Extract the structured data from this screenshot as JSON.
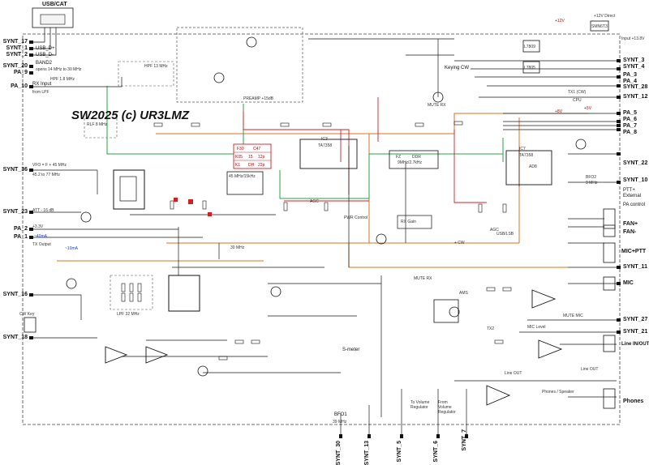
{
  "title": "SW2025 (c) UR3LMZ",
  "usb_block": {
    "label": "USB/CAT"
  },
  "left_pins": {
    "synt_17": "SYNT_17",
    "synt_1": "SYNT_1",
    "synt_2": "SYNT_2",
    "synt_20": "SYNT_20",
    "pa_9": "PA_9",
    "pa_10": "PA_10",
    "synt_36": "SYNT_36",
    "synt_23": "SYNT_23",
    "pa_2": "PA_2",
    "pa_1": "PA_1",
    "synt_16": "SYNT_16",
    "synt_18": "SYNT_18"
  },
  "left_notes": {
    "usb_dp": "USB_D+",
    "usb_dm": "USB_D-",
    "band2": "BAND2",
    "hpf_note": "opens 14 MHz to 30 MHz",
    "hpf_18": "HPF 1.8 MHz",
    "rx_input": "RX Input",
    "from_lpf": "from LPF",
    "vfo": "VFO = F + 45 MHz",
    "vfo_range": "45.2 to 77 MHz",
    "att": "ATT - 16 dB",
    "tx_output": "TX Output",
    "cw_key": "CW Key",
    "v33": "+3.3V",
    "i40": "~40mA",
    "i10": "~10mA"
  },
  "top_notes": {
    "hpf13": "HPF 13 MHz",
    "preamp": "PREAMP +15dB",
    "keying_cw": "Keying CW",
    "mute_rx_top": "MUTE RX",
    "tx1_cw": "TX1 (CW)",
    "cpu": "CPU",
    "input": "Input +13.8V",
    "v12_direct": "+12V Direct",
    "v12": "+12V",
    "v5": "+5V",
    "v8": "+8V",
    "ic_l7809": "L7809",
    "ic_l7805": "L7805",
    "sm": "SMN6T3"
  },
  "right_pins": {
    "synt_3": "SYNT_3",
    "synt_4": "SYNT_4",
    "pa_3": "PA_3",
    "pa_4": "PA_4",
    "synt_28": "SYNT_28",
    "synt_12": "SYNT_12",
    "pa_5": "PA_5",
    "pa_6": "PA_6",
    "pa_7": "PA_7",
    "pa_8": "PA_8",
    "synt_22": "SYNT_22",
    "synt_10": "SYNT_10",
    "ptt_external": "PTT+ External",
    "pa_control": "PA control",
    "fan_p": "FAN+",
    "fan_m": "FAN-",
    "mic_ptt": "MIC+PTT",
    "synt_11": "SYNT_11",
    "mic": "MIC",
    "synt_27": "SYNT_27",
    "synt_21": "SYNT_21",
    "line_io": "Line IN/OUT",
    "phones": "Phones"
  },
  "bottom_pins": {
    "synt_30": "SYNT_30",
    "synt_13": "SYNT_13",
    "synt_5": "SYNT_5",
    "synt_6": "SYNT_6",
    "synt_7": "SYNT_7"
  },
  "bottom_notes": {
    "bfo1": "BFO1",
    "bfo1_freq": "39 MHz",
    "to_vol_a": "To Volume Regulator",
    "from_vol": "From Volume Regulator",
    "s_meter": "S-meter",
    "line_out_1": "Line OUT",
    "line_out_2": "Line OUT",
    "phones_speaker": "Phones / Speaker",
    "tx2": "TX2"
  },
  "middle_notes": {
    "agc1": "AGC",
    "agc2": "AGC",
    "ic3": "IC3",
    "ic3_part": "TA7358",
    "ic7": "IC7",
    "ic7_part": "TA7358",
    "fz1": "FZ",
    "ddr": "DDR",
    "filt_khz": "9MHz/2.7kHz",
    "pwr_ctrl": "PWR Control",
    "rx_gain": "RX Gain",
    "usb_lsb": "USB/LSB",
    "bfo2": "BFO2",
    "bfo2_freq": "9 MHz",
    "lpf32": "LPF 32 MHz",
    "rlf": "RLF 8 MHz",
    "mic_level": "MIC Level",
    "mute_mic": "MUTE MIC",
    "mute_rx": "MUTE RX",
    "trf_1": "45 MHz/15kHz",
    "tx_cw": "+ CW",
    "f30_45": "30 MHz",
    "ad_label": "AD8",
    "ams": "AMS"
  },
  "red_table": {
    "r1": [
      "F30",
      "C47"
    ],
    "r2": [
      "K05",
      "15",
      "12p"
    ],
    "r3": [
      "K1",
      "DH",
      "22p"
    ]
  },
  "colors": {
    "wire": "#1a1a1a",
    "supply_line": "#e07020",
    "signal_line": "#2aa040",
    "rf_line": "#2040c0",
    "highlight": "#d02020",
    "dashed": "#555555"
  }
}
